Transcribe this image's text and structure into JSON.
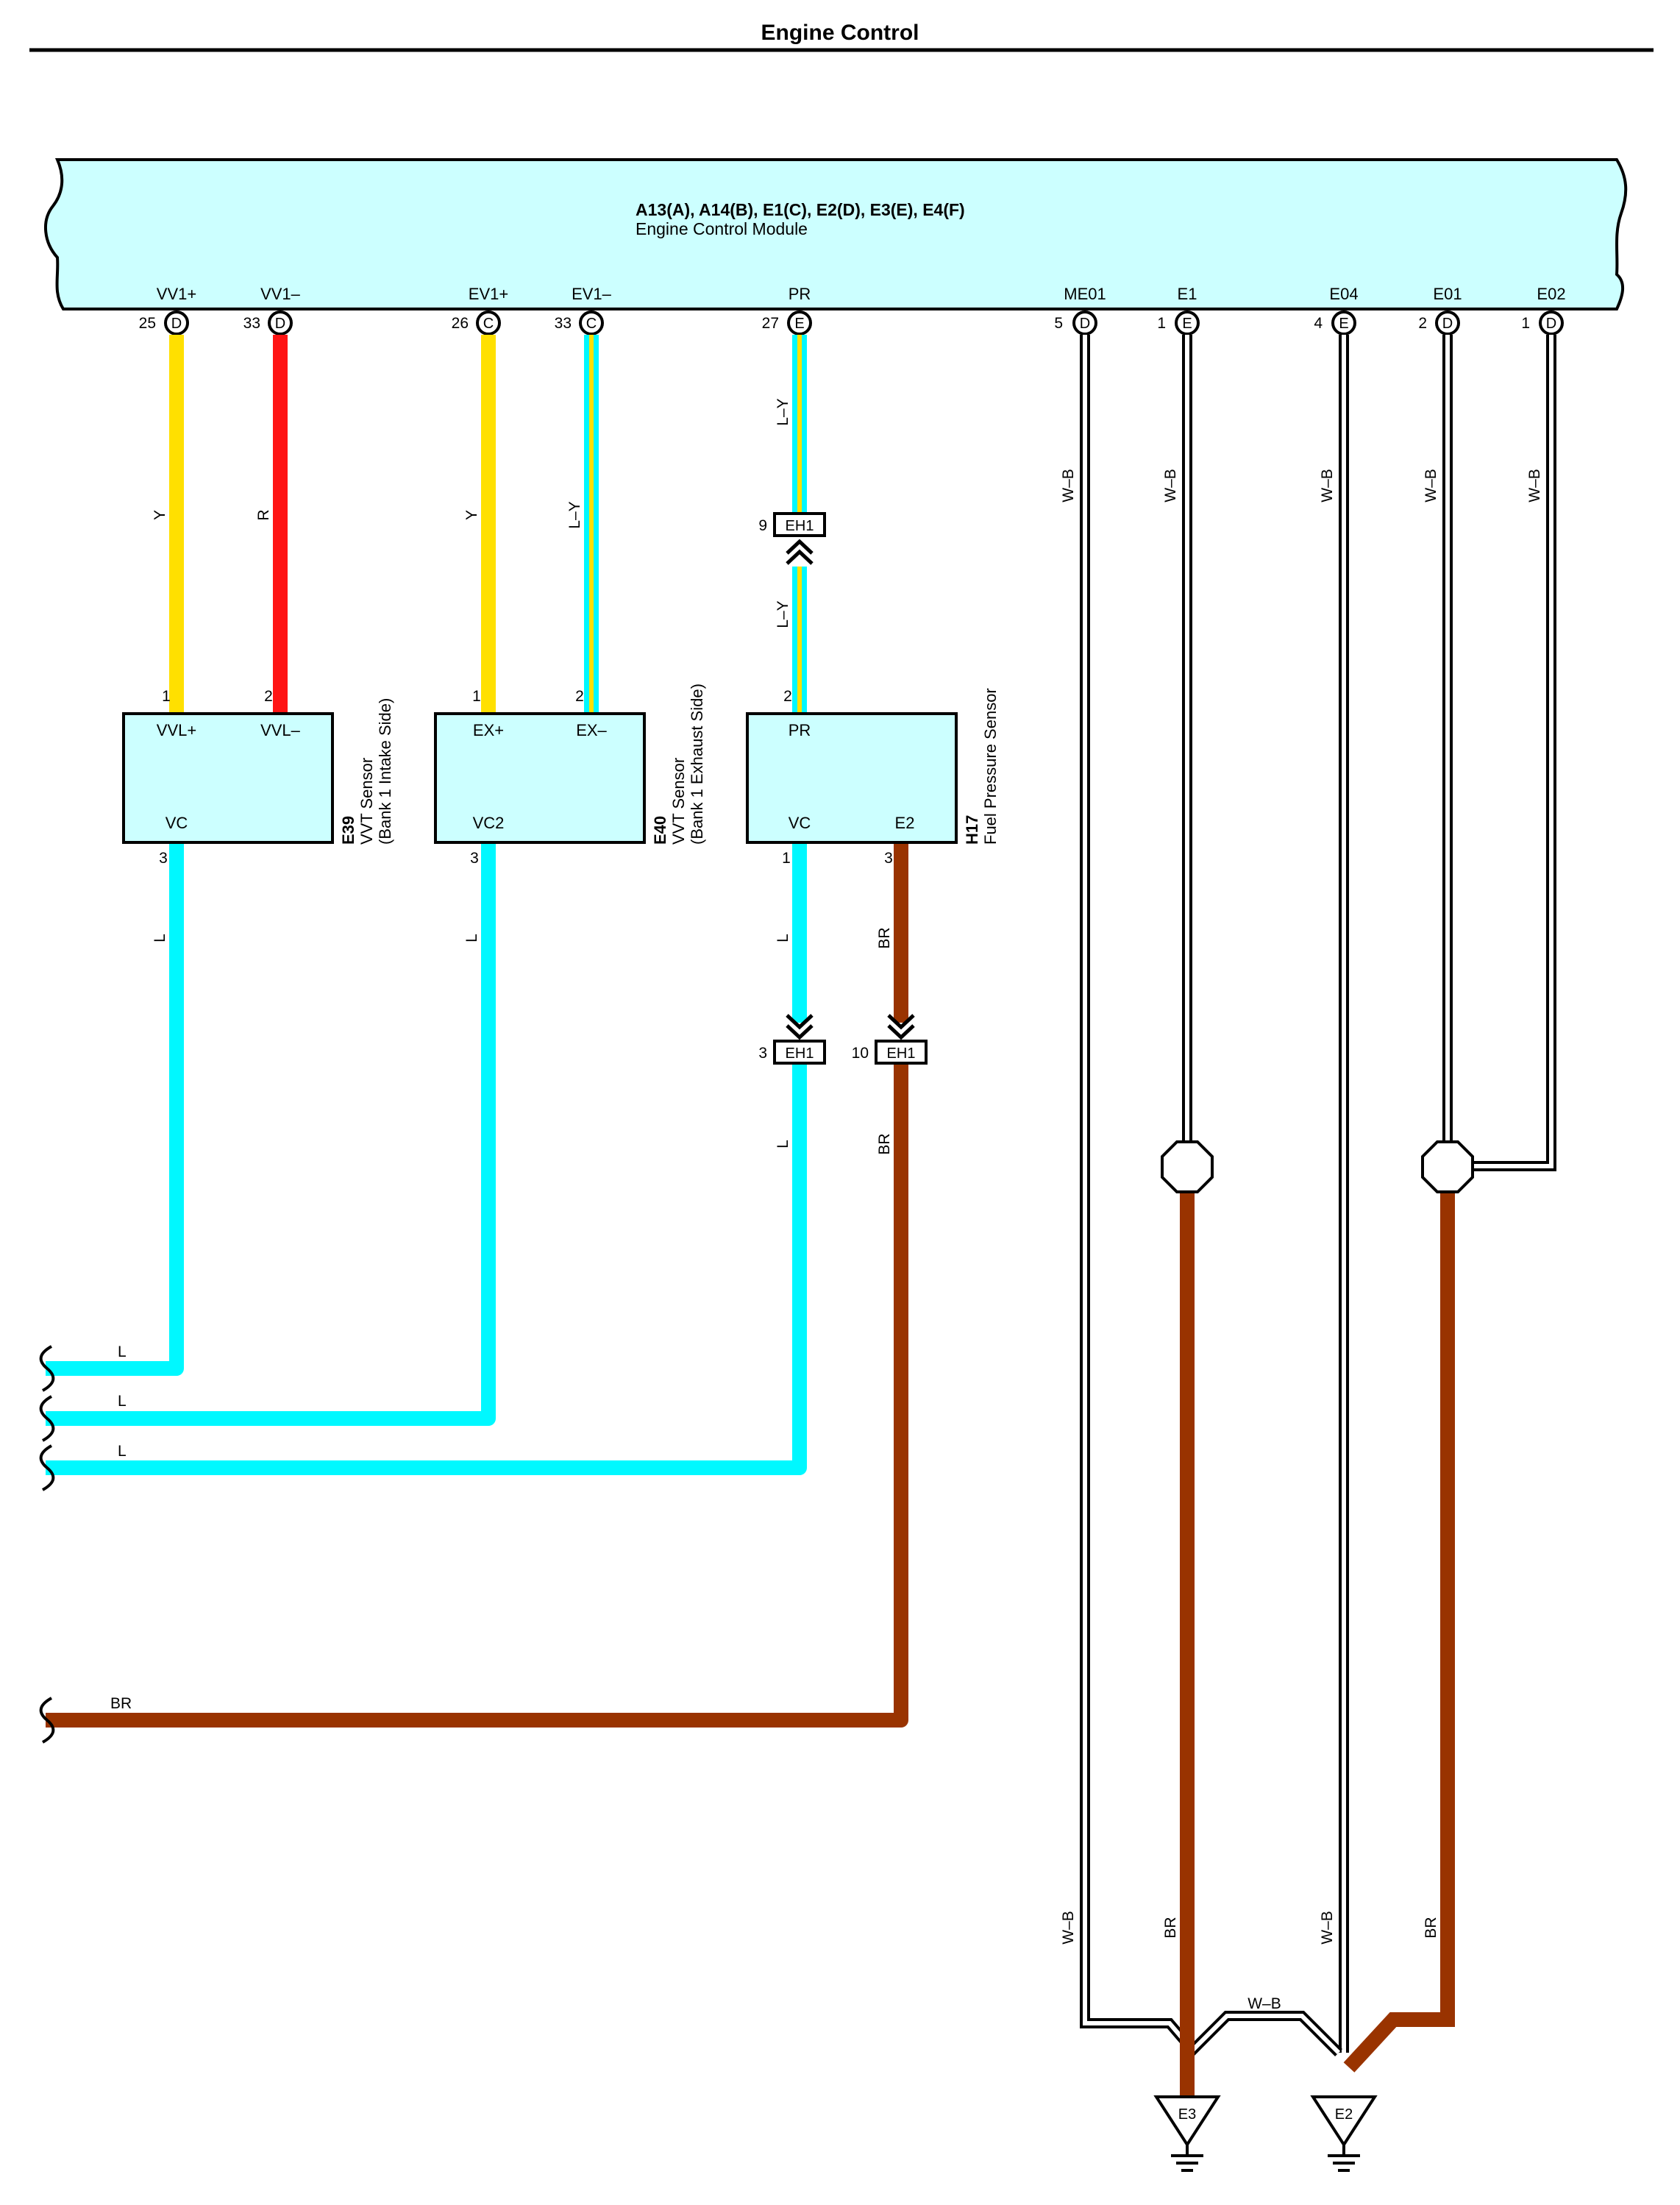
{
  "page": {
    "title": "Engine Control"
  },
  "ecm": {
    "connectors_line": "A13(A), A14(B), E1(C), E2(D), E3(E), E4(F)",
    "name": "Engine Control Module",
    "pins": [
      {
        "id": "vv1p",
        "label": "VV1+",
        "pin": "25",
        "connector": "D"
      },
      {
        "id": "vv1m",
        "label": "VV1–",
        "pin": "33",
        "connector": "D"
      },
      {
        "id": "ev1p",
        "label": "EV1+",
        "pin": "26",
        "connector": "C"
      },
      {
        "id": "ev1m",
        "label": "EV1–",
        "pin": "33",
        "connector": "C"
      },
      {
        "id": "pr",
        "label": "PR",
        "pin": "27",
        "connector": "E"
      },
      {
        "id": "me01",
        "label": "ME01",
        "pin": "5",
        "connector": "D"
      },
      {
        "id": "e1",
        "label": "E1",
        "pin": "1",
        "connector": "E"
      },
      {
        "id": "e04",
        "label": "E04",
        "pin": "4",
        "connector": "E"
      },
      {
        "id": "e01",
        "label": "E01",
        "pin": "2",
        "connector": "D"
      },
      {
        "id": "e02",
        "label": "E02",
        "pin": "1",
        "connector": "D"
      }
    ]
  },
  "components": {
    "e39": {
      "code": "E39",
      "name": "VVT Sensor",
      "note": "(Bank 1 Intake Side)",
      "terminals": {
        "t1": "VVL+",
        "t2": "VVL–",
        "t3": "VC"
      },
      "pins": {
        "p1": "1",
        "p2": "2",
        "p3": "3"
      }
    },
    "e40": {
      "code": "E40",
      "name": "VVT Sensor",
      "note": "(Bank 1 Exhaust Side)",
      "terminals": {
        "t1": "EX+",
        "t2": "EX–",
        "t3": "VC2"
      },
      "pins": {
        "p1": "1",
        "p2": "2",
        "p3": "3"
      }
    },
    "h17": {
      "code": "H17",
      "name": "Fuel Pressure Sensor",
      "terminals": {
        "t1": "PR",
        "t2": "VC",
        "t3": "E2"
      },
      "pins": {
        "p1": "2",
        "p2": "1",
        "p3": "3"
      }
    }
  },
  "connectors": {
    "eh1_9": {
      "name": "EH1",
      "pin": "9"
    },
    "eh1_3": {
      "name": "EH1",
      "pin": "3"
    },
    "eh1_10": {
      "name": "EH1",
      "pin": "10"
    }
  },
  "wire_labels": {
    "y1": "Y",
    "r": "R",
    "y2": "Y",
    "ly1": "L–Y",
    "ly2": "L–Y",
    "ly3": "L–Y",
    "l1": "L",
    "l2": "L",
    "l3": "L",
    "l4": "L",
    "br1": "BR",
    "br2": "BR",
    "wb_me01": "W–B",
    "wb_e1": "W–B",
    "wb_e04": "W–B",
    "wb_e01": "W–B",
    "wb_e02": "W–B",
    "wb_me01_low": "W–B",
    "br_e1_low": "BR",
    "wb_e04_low": "W–B",
    "br_e01_low": "BR",
    "wb_bridge": "W–B",
    "l_left1": "L",
    "l_left2": "L",
    "l_left3": "L",
    "br_left": "BR"
  },
  "grounds": {
    "e3": "E3",
    "e2": "E2"
  },
  "colors": {
    "Y": "#FFE000",
    "R": "#FF1414",
    "L": "#00F8FF",
    "BR": "#993300",
    "W-B": "#000000",
    "module_fill": "#CCFFFF"
  }
}
